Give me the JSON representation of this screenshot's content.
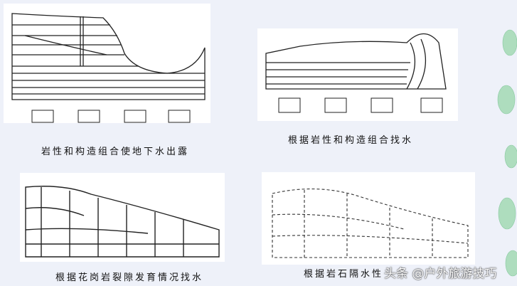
{
  "figures": [
    {
      "caption": "岩性和构造组合使地下水出露"
    },
    {
      "caption": "根据岩性和构造组合找水"
    },
    {
      "caption": "根据花岗岩裂隙发育情况找水"
    },
    {
      "caption": "根据岩石隔水性"
    }
  ],
  "watermark": "头条 @户外旅游技巧"
}
